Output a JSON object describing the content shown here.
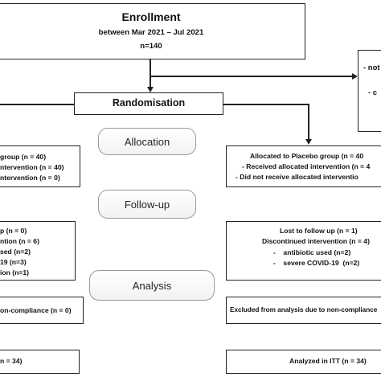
{
  "enrollment": {
    "title": "Enrollment",
    "period": "between Mar 2021 – Jul 2021",
    "n": "n=140"
  },
  "excluded_box": {
    "line1": "- not",
    "line2": "- c"
  },
  "randomisation": "Randomisation",
  "stages": {
    "allocation": "Allocation",
    "follow_up": "Follow-up",
    "analysis": "Analysis"
  },
  "left_arm": {
    "allocation": [
      "group (n = 40)",
      "ntervention (n = 40)",
      "ntervention (n = 0)"
    ],
    "follow_up": [
      "p (n = 0)",
      "ntion (n = 6)",
      "sed (n=2)",
      "19 (n=3)",
      "ion (n=1)"
    ],
    "excluded": "on-compliance (n = 0)",
    "analyzed": "n = 34)"
  },
  "right_arm": {
    "allocation": [
      "Allocated to Placebo group (n = 40",
      "- Received allocated intervention (n = 4",
      "- Did not receive allocated interventio"
    ],
    "follow_up": [
      "Lost to follow up (n = 1)",
      "Discontinued intervention (n = 4)",
      "-    antibiotic used (n=2)",
      "-    severe COVID-19  (n=2)"
    ],
    "excluded": "Excluded from analysis due to non-compliance",
    "analyzed": "Analyzed in ITT (n = 34)"
  }
}
